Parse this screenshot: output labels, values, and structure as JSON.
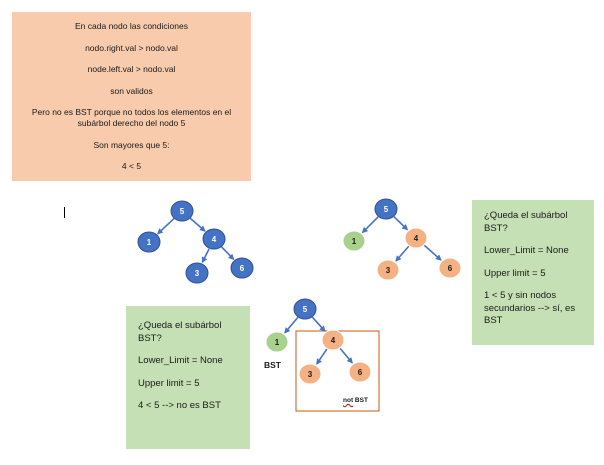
{
  "note_top": {
    "lines": [
      "En cada nodo las condiciones",
      "nodo.right.val > nodo.val",
      "node.left.val > nodo.val",
      "son validos",
      "Pero no es BST porque no todos los elementos en el subárbol derecho del nodo 5",
      "Son mayores que 5:",
      "4 < 5"
    ]
  },
  "note_right": {
    "question": "¿Queda el subárbol BST?",
    "lower": "Lower_Limit = None",
    "upper": "Upper limit = 5",
    "result": "1 < 5 y sin nodos secundarios --> sí, es BST"
  },
  "note_left": {
    "question": "¿Queda el subárbol BST?",
    "lower": "Lower_Limit = None",
    "upper": "Upper limit = 5",
    "result": "4 < 5 --> no es BST"
  },
  "labels": {
    "bst": "BST",
    "not": "not",
    "bst_suffix": " BST"
  },
  "colors": {
    "blue_node": "#4472c4",
    "blue_stroke": "#2f528f",
    "orange_node": "#f4b183",
    "green_node": "#a9d18e",
    "edge": "#4472c4",
    "highlight_box": "#c55a11"
  },
  "trees": [
    {
      "name": "tree-1",
      "nodes": [
        {
          "id": "a",
          "label": "5",
          "color": "blue"
        },
        {
          "id": "b",
          "label": "1",
          "color": "blue"
        },
        {
          "id": "c",
          "label": "4",
          "color": "blue"
        },
        {
          "id": "d",
          "label": "3",
          "color": "blue"
        },
        {
          "id": "e",
          "label": "6",
          "color": "blue"
        }
      ]
    },
    {
      "name": "tree-2",
      "nodes": [
        {
          "id": "a",
          "label": "5",
          "color": "blue"
        },
        {
          "id": "b",
          "label": "1",
          "color": "green"
        },
        {
          "id": "c",
          "label": "4",
          "color": "orange"
        },
        {
          "id": "d",
          "label": "3",
          "color": "orange"
        },
        {
          "id": "e",
          "label": "6",
          "color": "orange"
        }
      ]
    },
    {
      "name": "tree-3",
      "nodes": [
        {
          "id": "a",
          "label": "5",
          "color": "blue"
        },
        {
          "id": "b",
          "label": "1",
          "color": "green"
        },
        {
          "id": "c",
          "label": "4",
          "color": "orange"
        },
        {
          "id": "d",
          "label": "3",
          "color": "orange"
        },
        {
          "id": "e",
          "label": "6",
          "color": "orange"
        }
      ]
    }
  ]
}
